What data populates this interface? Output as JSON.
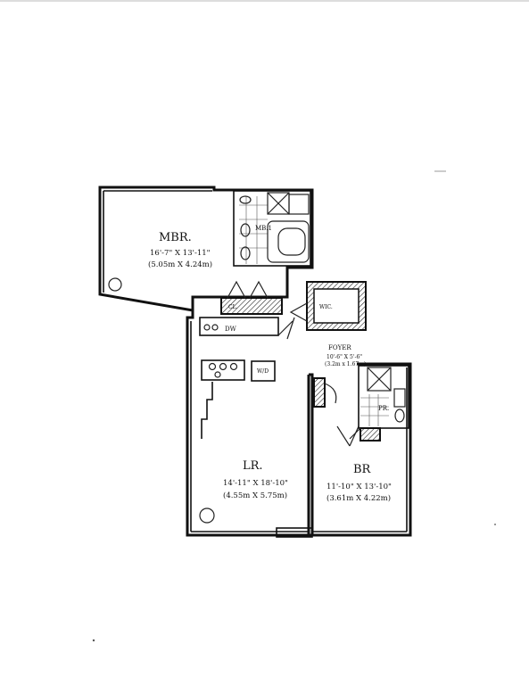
{
  "rooms": {
    "mbr": {
      "name": "MBR.",
      "dim_imperial": "16'-7\" X 13'-11\"",
      "dim_metric": "(5.05m X 4.24m)"
    },
    "mb1": {
      "name": "MB.1"
    },
    "wic": {
      "name": "WIC."
    },
    "foyer": {
      "name": "FOYER",
      "dim_imperial": "10'-6\" X 5'-6\"",
      "dim_metric": "(3.2m x 1.67m)"
    },
    "lr": {
      "name": "LR.",
      "dim_imperial": "14'-11\" X 18'-10\"",
      "dim_metric": "(4.55m X 5.75m)"
    },
    "br": {
      "name": "BR",
      "dim_imperial": "11'-10\" X 13'-10\"",
      "dim_metric": "(3.61m X 4.22m)"
    },
    "pr": {
      "name": "PR."
    }
  },
  "fixtures": {
    "dishwasher": "DW",
    "washer_dryer": "W/D",
    "closet": "CL."
  }
}
